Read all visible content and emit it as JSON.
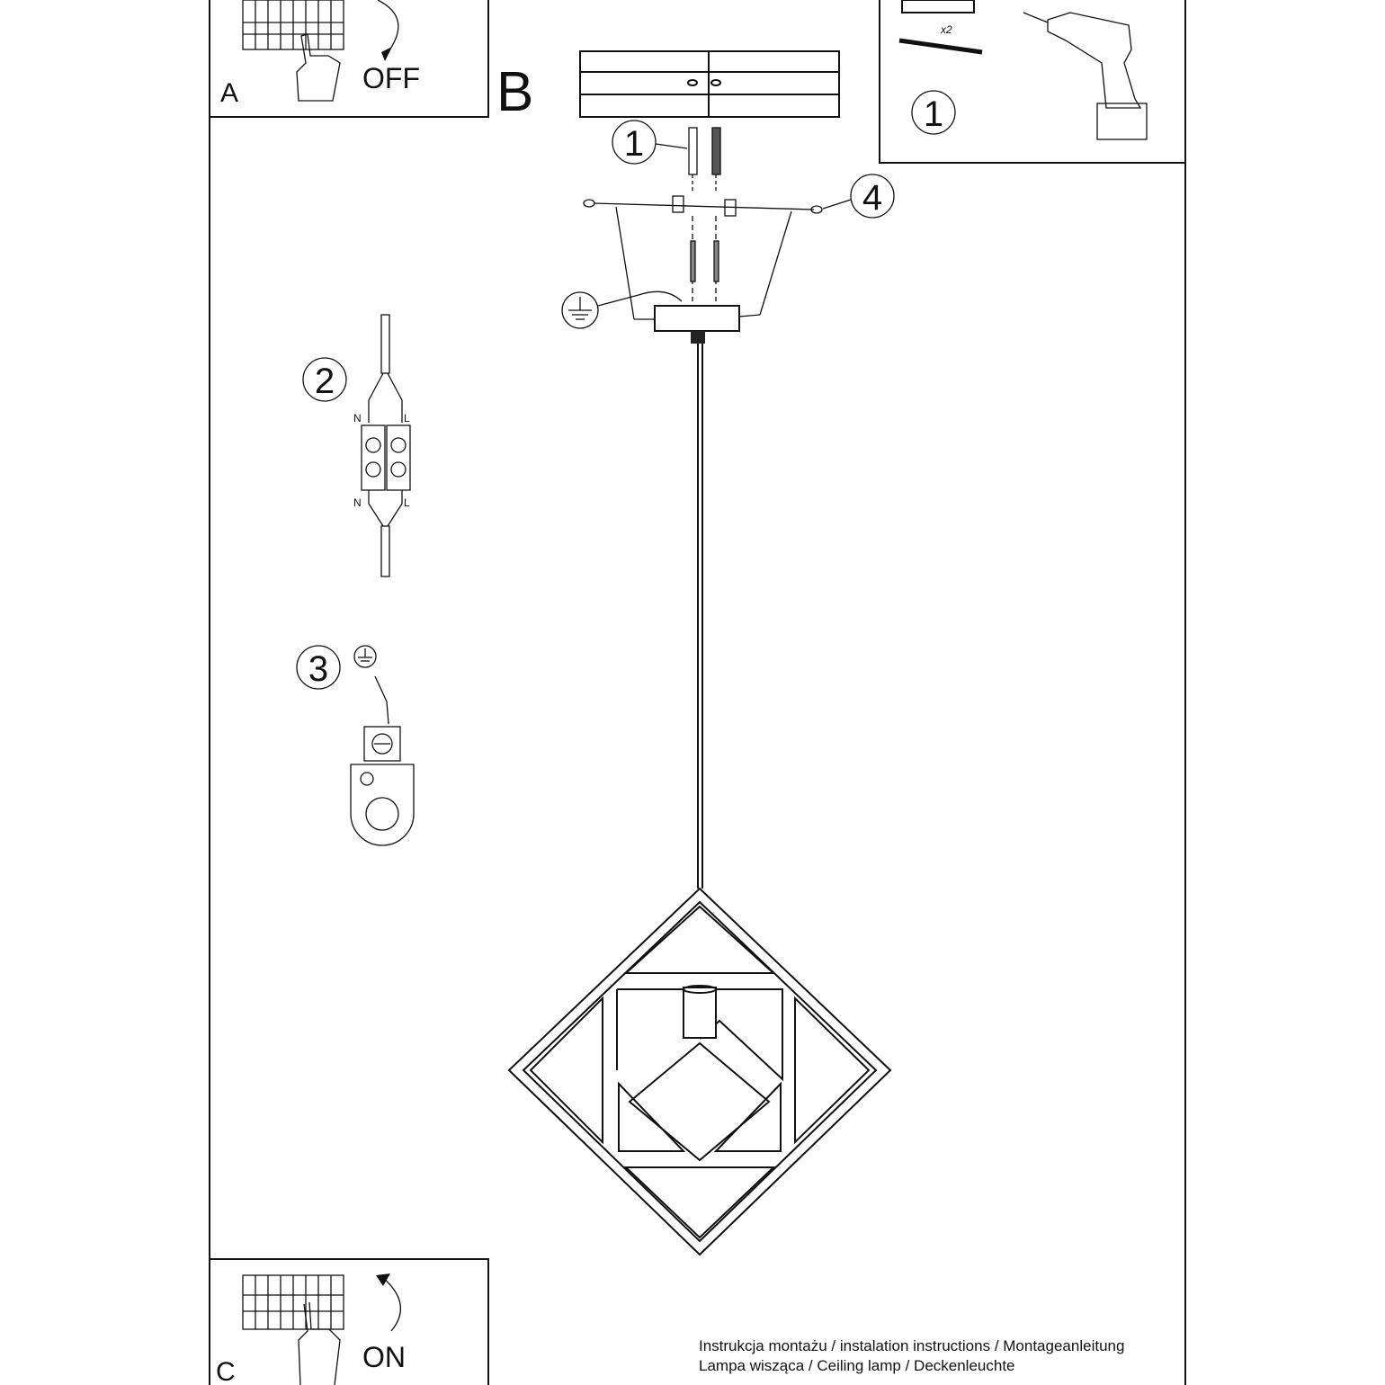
{
  "step_a": {
    "label": "A",
    "action": "OFF"
  },
  "step_b": {
    "label": "B"
  },
  "step_c": {
    "label": "C",
    "action": "ON"
  },
  "parts_box": {
    "quantity": "x2",
    "step_number": "1"
  },
  "callouts": {
    "one": "1",
    "two": "2",
    "three": "3",
    "four": "4"
  },
  "wiring": {
    "n_top": "N",
    "l_top": "L",
    "n_bottom": "N",
    "l_bottom": "L"
  },
  "footer": {
    "line1": "Instrukcja montażu / instalation instructions / Montageanleitung",
    "line2": "Lampa wisząca / Ceiling lamp / Deckenleuchte"
  },
  "colors": {
    "ink": "#111111",
    "paper": "#ffffff"
  }
}
